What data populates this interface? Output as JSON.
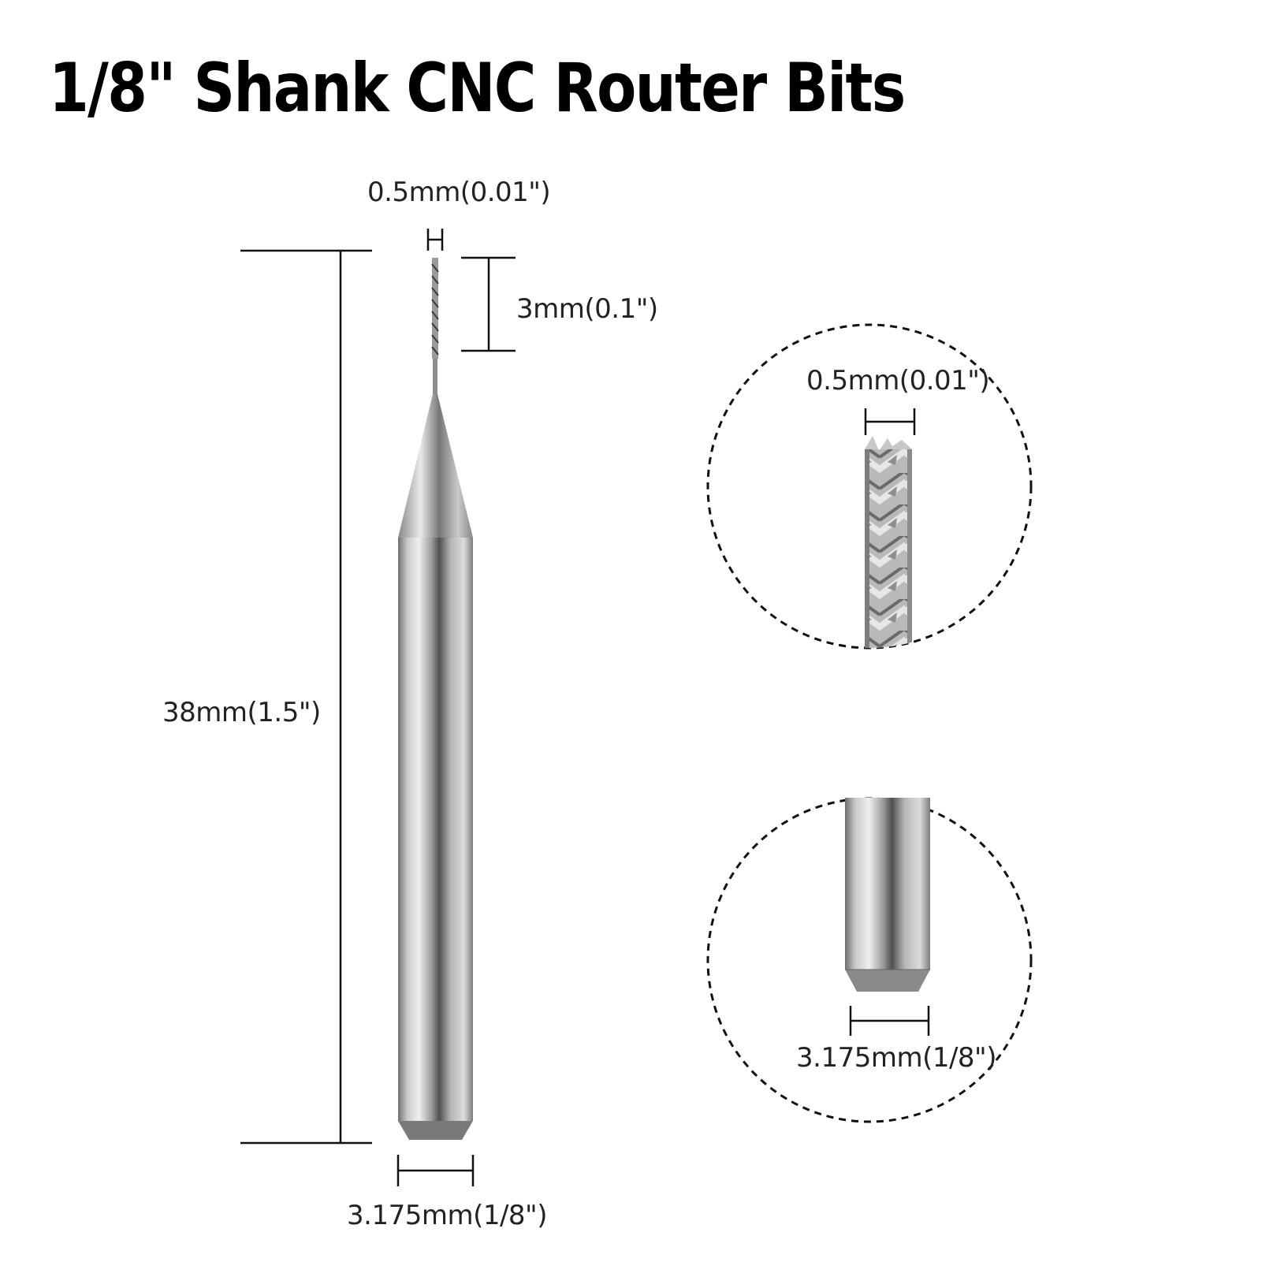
{
  "title": "1/8\" Shank CNC Router Bits",
  "main_view": {
    "tip_diameter_label": "0.5mm(0.01\")",
    "cutting_length_label": "3mm(0.1\")",
    "overall_length_label": "38mm(1.5\")",
    "shank_diameter_label": "3.175mm(1/8\")"
  },
  "detail_tip": {
    "diameter_label": "0.5mm(0.01\")"
  },
  "detail_shank": {
    "diameter_label": "3.175mm(1/8\")"
  },
  "colors": {
    "text": "#222222",
    "lines": "#111111",
    "metal_dark": "#6e6e6e",
    "metal_light": "#e4e4e4"
  }
}
